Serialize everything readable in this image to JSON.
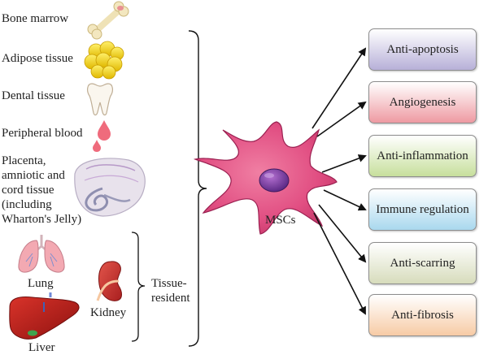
{
  "sources": {
    "bone_marrow": "Bone marrow",
    "adipose": "Adipose tissue",
    "dental": "Dental tissue",
    "blood": "Peripheral blood",
    "placenta_lines": [
      "Placenta,",
      "amniotic and",
      "cord tissue",
      "(including",
      "Wharton's Jelly)"
    ]
  },
  "tissue_resident": {
    "lung": "Lung",
    "kidney": "Kidney",
    "liver": "Liver",
    "label_lines": [
      "Tissue-",
      "resident"
    ]
  },
  "center": {
    "label": "MSCs"
  },
  "effects": [
    {
      "label": "Anti-apoptosis",
      "color": "#b7b0d8"
    },
    {
      "label": "Angiogenesis",
      "color": "#ee9aa2"
    },
    {
      "label": "Anti-inflammation",
      "color": "#c7df9c"
    },
    {
      "label": "Immune regulation",
      "color": "#a9d8ee"
    },
    {
      "label": "Anti-scarring",
      "color": "#d7dcbc"
    },
    {
      "label": "Anti-fibrosis",
      "color": "#f7cba5"
    }
  ],
  "icons": [
    "bone-icon",
    "adipose-icon",
    "tooth-icon",
    "blood-drop-icon",
    "placenta-icon",
    "lung-icon",
    "kidney-icon",
    "liver-icon",
    "msc-cell-icon"
  ]
}
